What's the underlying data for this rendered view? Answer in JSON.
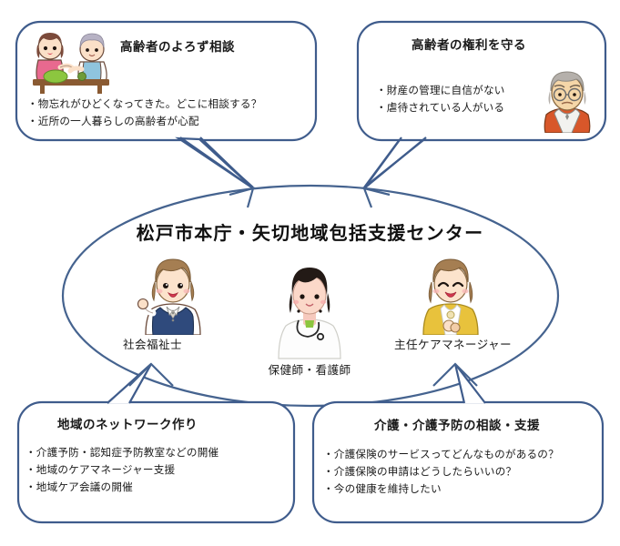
{
  "diagram": {
    "center": {
      "title": "松戸市本庁・矢切地域包括支援センター",
      "shape": "ellipse",
      "staff": [
        {
          "label": "社会福祉士",
          "icon": "social-worker-figure"
        },
        {
          "label": "保健師・看護師",
          "icon": "nurse-figure"
        },
        {
          "label": "主任ケアマネージャー",
          "icon": "care-manager-figure"
        }
      ]
    },
    "callouts": [
      {
        "id": "top-left",
        "title": "高齢者のよろず相談",
        "illustration": "two-people-at-table-icon",
        "bullets": [
          "・物忘れがひどくなってきた。どこに相談する？",
          "・近所の一人暮らしの高齢者が心配"
        ]
      },
      {
        "id": "top-right",
        "title": "高齢者の権利を守る",
        "illustration": "elderly-man-icon",
        "bullets": [
          "・財産の管理に自信がない",
          "・虐待されている人がいる"
        ]
      },
      {
        "id": "bottom-left",
        "title": "地域のネットワーク作り",
        "illustration": "",
        "bullets": [
          "・介護予防・認知症予防教室などの開催",
          "・地域のケアマネージャー支援",
          "・地域ケア会議の開催"
        ]
      },
      {
        "id": "bottom-right",
        "title": "介護・介護予防の相談・支援",
        "illustration": "",
        "bullets": [
          "・介護保険のサービスってどんなものがあるの？",
          "・介護保険の申請はどうしたらいいの？",
          "・今の健康を維持したい"
        ]
      }
    ],
    "colors": {
      "outline": "#3f5c8c",
      "ellipse_outline": "#45638f",
      "background": "#ffffff",
      "text": "#1a1a1a",
      "vest_navy": "#2f4a7c",
      "jacket_yellow": "#e8c23c",
      "elderly_vest_orange": "#d8572a",
      "pink_top": "#e8698f",
      "skin": "#fbe0c8",
      "hair_brown": "#a57e52",
      "hair_black": "#231a16",
      "hair_gray": "#b7b2c4"
    }
  }
}
